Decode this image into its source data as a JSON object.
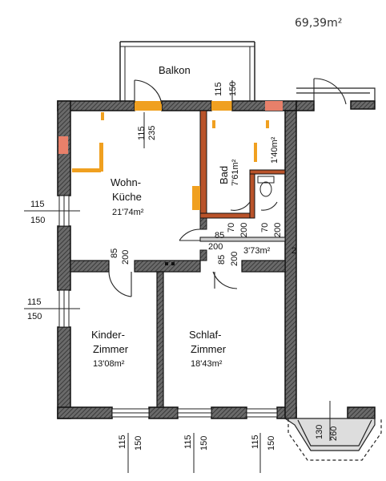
{
  "total_area": "69,39m²",
  "rooms": {
    "balcony": {
      "label": "Balkon"
    },
    "living": {
      "line1": "Wohn-",
      "line2": "Küche",
      "area": "21'74m²"
    },
    "bath": {
      "label": "Bad",
      "area": "7'61m²"
    },
    "wc": {
      "area": "1'40m²"
    },
    "hall": {
      "area": "3'73m²"
    },
    "kids": {
      "line1": "Kinder-",
      "line2": "Zimmer",
      "area": "13'08m²"
    },
    "bedroom": {
      "line1": "Schlaf-",
      "line2": "Zimmer",
      "area": "18'43m²"
    }
  },
  "dims": {
    "balcony_door_top": "115",
    "balcony_door_bottom": "235",
    "balcony_window_top": "115",
    "balcony_window_bottom": "150",
    "left_window1_top": "115",
    "left_window1_bottom": "150",
    "left_window2_top": "115",
    "left_window2_bottom": "150",
    "living_door_top": "85",
    "living_door_bottom": "200",
    "hall_door1_top": "85",
    "hall_door1_bottom": "200",
    "hall_door2_top": "85",
    "hall_door2_bottom": "200",
    "bath_door_top": "70",
    "bath_door_bottom": "200",
    "wc_door_top": "70",
    "wc_door_bottom": "200",
    "bottom_window1_top": "115",
    "bottom_window1_bottom": "150",
    "bottom_window2_top": "115",
    "bottom_window2_bottom": "150",
    "bottom_window3_top": "115",
    "bottom_window3_bottom": "150",
    "bay_window_top": "130",
    "bay_window_bottom": "260",
    "hall_edge": "2"
  }
}
